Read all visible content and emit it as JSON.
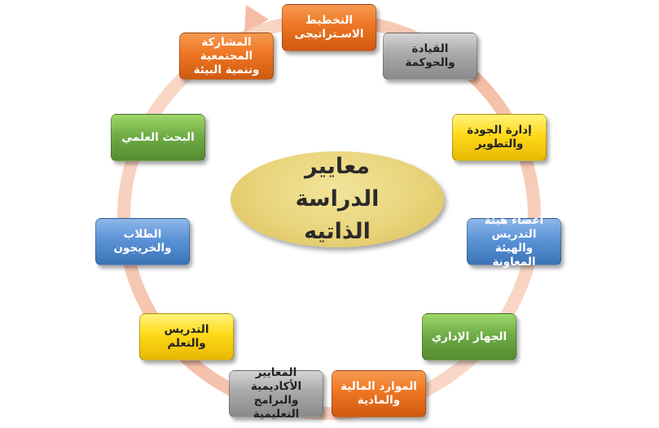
{
  "center": {
    "title": "معايير الدراسة الذاتيه"
  },
  "items": [
    {
      "label": "التخطيط الاسـتراتيجى",
      "color": "orange"
    },
    {
      "label": "القيادة والحوكمة",
      "color": "gray"
    },
    {
      "label": "إدارة الجودة والتطوير",
      "color": "yellow"
    },
    {
      "label": "أعضاء هيئة التدريس والهيئة المعاونة",
      "color": "blue"
    },
    {
      "label": "الجهاز الإداري",
      "color": "green"
    },
    {
      "label": "الموارد المالية والمادية",
      "color": "orange"
    },
    {
      "label": "المعايير الأكاديمية والبرامج التعليمية",
      "color": "gray"
    },
    {
      "label": "التدريس والتعلم",
      "color": "yellow"
    },
    {
      "label": "الطلاب والخريجون",
      "color": "blue"
    },
    {
      "label": "البحث العلمي",
      "color": "green"
    },
    {
      "label": "المشاركة المجتمعية وتنمية البيئة",
      "color": "orange"
    }
  ],
  "colors": {
    "ring": "#f6c7b2",
    "orange": "#ee7623",
    "gray": "#a9a9a9",
    "yellow": "#ffd91a",
    "blue": "#5b93d6",
    "green": "#70ad47"
  }
}
